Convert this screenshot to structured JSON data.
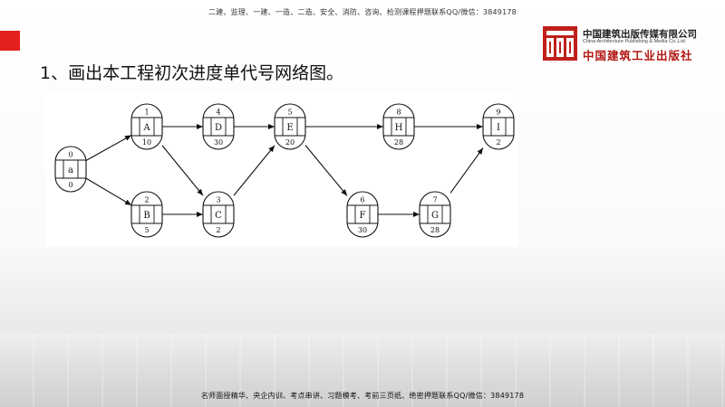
{
  "header": {
    "banner": "二建、监理、一建、一造、二造、安全、消防、咨询、检测课程押题联系QQ/微信：3849178"
  },
  "footer": {
    "banner": "名师面授精华、央企内训、考点串讲、习题模考、考前三页纸、绝密押题联系QQ/微信：3849178"
  },
  "logo": {
    "name_cn": "中国建筑出版传媒有限公司",
    "name_en": "China Architecture Publishing & Media Co.,Ltd",
    "name_cn_script": "中国建筑工业出版社",
    "brand_color": "#b11712"
  },
  "slide": {
    "title": "1、画出本工程初次进度单代号网络图。",
    "accent_color": "#e3211c"
  },
  "network": {
    "nodes": [
      {
        "id": "0",
        "code": "0",
        "label": "a",
        "duration": "0"
      },
      {
        "id": "1",
        "code": "1",
        "label": "A",
        "duration": "10"
      },
      {
        "id": "2",
        "code": "2",
        "label": "B",
        "duration": "5"
      },
      {
        "id": "3",
        "code": "3",
        "label": "C",
        "duration": "2"
      },
      {
        "id": "4",
        "code": "4",
        "label": "D",
        "duration": "30"
      },
      {
        "id": "5",
        "code": "5",
        "label": "E",
        "duration": "20"
      },
      {
        "id": "6",
        "code": "6",
        "label": "F",
        "duration": "30"
      },
      {
        "id": "7",
        "code": "7",
        "label": "G",
        "duration": "28"
      },
      {
        "id": "8",
        "code": "8",
        "label": "H",
        "duration": "28"
      },
      {
        "id": "9",
        "code": "9",
        "label": "I",
        "duration": "2"
      }
    ],
    "edges": [
      [
        "0",
        "1"
      ],
      [
        "0",
        "2"
      ],
      [
        "1",
        "4"
      ],
      [
        "1",
        "3"
      ],
      [
        "2",
        "3"
      ],
      [
        "4",
        "5"
      ],
      [
        "3",
        "5"
      ],
      [
        "5",
        "8"
      ],
      [
        "5",
        "6"
      ],
      [
        "6",
        "7"
      ],
      [
        "8",
        "9"
      ],
      [
        "7",
        "9"
      ]
    ]
  }
}
